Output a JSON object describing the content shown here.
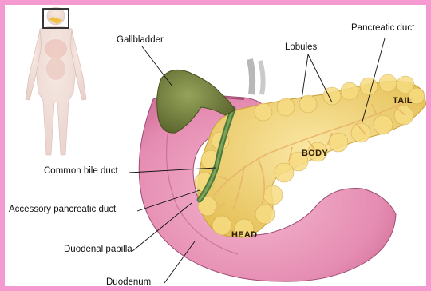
{
  "labels": {
    "gallbladder": "Gallbladder",
    "lobules": "Lobules",
    "pancreatic_duct": "Pancreatic duct",
    "common_bile_duct": "Common bile duct",
    "accessory_pancreatic_duct": "Accessory pancreatic duct",
    "duodenal_papilla": "Duodenal papilla",
    "duodenum": "Duodenum"
  },
  "regions": {
    "tail": "TAIL",
    "body": "BODY",
    "head": "HEAD"
  },
  "colors": {
    "frame": "#f49ad0",
    "pancreas": "#f2d77a",
    "duodenum": "#e88fb4",
    "gallbladder": "#6f7c3a"
  }
}
